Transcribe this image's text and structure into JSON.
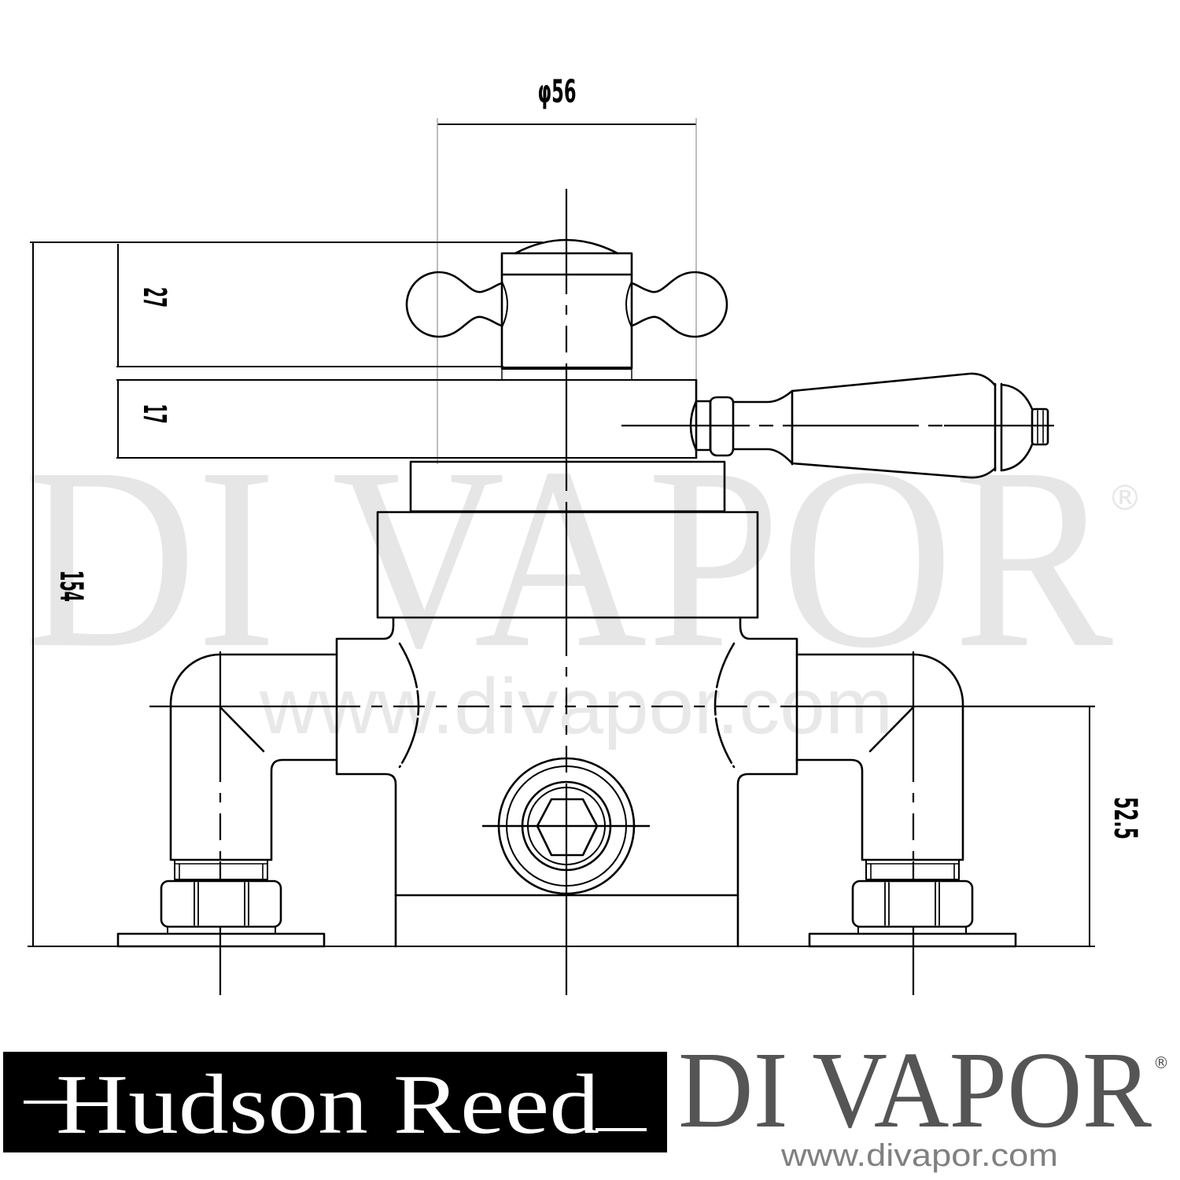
{
  "drawing": {
    "dimensions": {
      "diameter": "φ56",
      "cap_height": "27",
      "escutcheon_height": "17",
      "overall_height": "154",
      "inlet_centre_height": "52.5"
    }
  },
  "watermark": {
    "brand": "DI VAPOR",
    "registered": "®",
    "url": "www.divapor.com"
  },
  "footer": {
    "manufacturer_logo": "Hudson Reed",
    "retailer_logo": "DI VAPOR",
    "retailer_registered": "®",
    "retailer_url": "www.divapor.com"
  },
  "colors": {
    "line": "#000000",
    "watermark": "#e6e6e6",
    "manufacturer_box": "#000000",
    "manufacturer_text": "#ffffff",
    "retailer_text": "#555555",
    "retailer_url": "#808080"
  }
}
